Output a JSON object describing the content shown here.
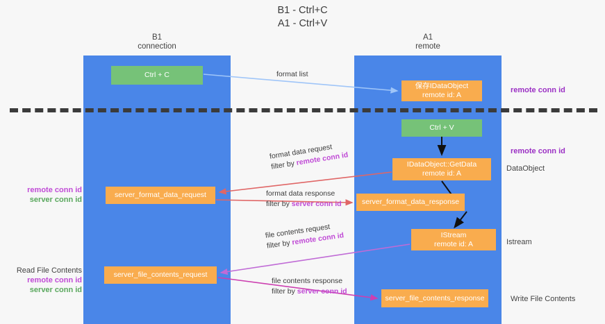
{
  "title": {
    "line1": "B1 - Ctrl+C",
    "line2": "A1 - Ctrl+V"
  },
  "lanes": [
    {
      "id": "b1",
      "name": "B1",
      "role": "connection",
      "color": "#4a86e8"
    },
    {
      "id": "a1",
      "name": "A1",
      "role": "remote",
      "color": "#4a86e8"
    }
  ],
  "nodes": {
    "ctrl_c": "Ctrl + C",
    "idataobject_l1": "保存IDataObject",
    "idataobject_l2": "remote id: A",
    "ctrl_v": "Ctrl + V",
    "getdata_l1": "IDataObject::GetData",
    "getdata_l2": "remote id: A",
    "server_format_data_request": "server_format_data_request",
    "server_format_data_response": "server_format_data_response",
    "istream_l1": "IStream",
    "istream_l2": "remote id: A",
    "server_file_contents_request": "server_file_contents_request",
    "server_file_contents_response": "server_file_contents_response"
  },
  "edge_labels": {
    "format_list": "format list",
    "format_data_request": "format data request",
    "format_data_request_filter_prefix": "filter by ",
    "format_data_request_filter_key": "remote conn id",
    "format_data_response": "format data response",
    "format_data_response_filter_prefix": "filter by ",
    "format_data_response_filter_key": "server conn id",
    "file_contents_request": "file contents request",
    "file_contents_request_filter_prefix": "filter by ",
    "file_contents_request_filter_key": "remote conn id",
    "file_contents_response": "file contents response",
    "file_contents_response_filter_prefix": "filter by ",
    "file_contents_response_filter_key": "server conn id"
  },
  "side_notes": {
    "remote_conn_id_top": "remote conn id",
    "remote_conn_id_mid": "remote conn id",
    "dataobject": "DataObject",
    "istream": "Istream",
    "write_file_contents": "Write File Contents"
  },
  "left_notes": {
    "group1": {
      "remote": "remote conn id",
      "server": "server conn id"
    },
    "group2": {
      "heading": "Read File Contents",
      "remote": "remote conn id",
      "server": "server conn id"
    }
  },
  "colors": {
    "lane": "#4a86e8",
    "green_node": "#76c278",
    "orange_node": "#f9ac4e",
    "remote_conn_id": "#c04bd6",
    "server_conn_id": "#5aa85e",
    "format_list_arrow": "#9fc5f8",
    "format_data_arrow": "#e06666",
    "file_contents_arrow": "#c06bd6",
    "black_arrow": "#000000",
    "separator": "#3b3b3b",
    "background": "#f7f7f7"
  }
}
